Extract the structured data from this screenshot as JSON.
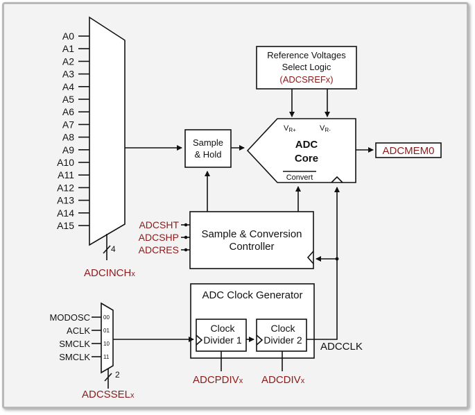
{
  "mux_inputs": [
    "A0",
    "A1",
    "A2",
    "A3",
    "A4",
    "A5",
    "A6",
    "A7",
    "A8",
    "A9",
    "A10",
    "A11",
    "A12",
    "A13",
    "A14",
    "A15"
  ],
  "mux_select": {
    "label": "ADCINCH",
    "suffix": "x",
    "width": "4"
  },
  "ref_block": {
    "line1": "Reference Voltages",
    "line2": "Select Logic",
    "line3": "(ADCSREFx)"
  },
  "adc_core": {
    "line1": "ADC",
    "line2": "Core",
    "vr_plus_main": "V",
    "vr_plus_sub": "R+",
    "vr_minus_main": "V",
    "vr_minus_sub": "R-",
    "convert": "Convert"
  },
  "output": {
    "label": "ADCMEM0"
  },
  "sample_hold": {
    "line1": "Sample",
    "line2": "& Hold"
  },
  "controller": {
    "line1": "Sample & Conversion",
    "line2": "Controller",
    "inputs": [
      "ADCSHT",
      "ADCSHP",
      "ADCRES"
    ]
  },
  "clock_gen": {
    "title": "ADC Clock Generator",
    "divider1": {
      "line1": "Clock",
      "line2": "Divider 1"
    },
    "divider2": {
      "line1": "Clock",
      "line2": "Divider 2"
    },
    "output": "ADCCLK",
    "div1_ctrl": {
      "label": "ADCPDIV",
      "suffix": "x"
    },
    "div2_ctrl": {
      "label": "ADCDIV",
      "suffix": "x"
    }
  },
  "clk_mux": {
    "inputs": [
      {
        "label": "MODOSC",
        "code": "00"
      },
      {
        "label": "ACLK",
        "code": "01"
      },
      {
        "label": "SMCLK",
        "code": "10"
      },
      {
        "label": "SMCLK",
        "code": "11"
      }
    ],
    "select": {
      "label": "ADCSSEL",
      "suffix": "x",
      "width": "2"
    }
  }
}
